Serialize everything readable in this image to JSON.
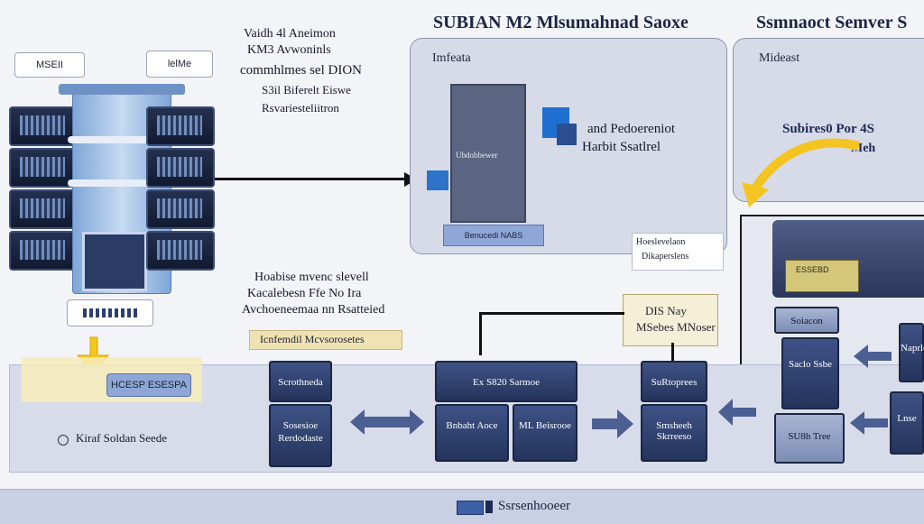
{
  "header": {
    "center_title": "SUBIAN M2 Mlsumahnad Saoxe",
    "right_title": "Ssmnaoct Semver S"
  },
  "left_caption": {
    "line1": "Vaidh 4l Aneimon",
    "line2": "KM3 Avwoninls",
    "line3": "commhlmes sel DION",
    "line4": "S3il Biferelt Eiswe",
    "line5": "Rsvariesteliitron"
  },
  "tags": {
    "server_left": "MSEII",
    "server_right": "lelMe",
    "drive_label": "",
    "mid_note": "Hoabise mvenc slevell",
    "mid_note2": "Kacalebesn Ffe No Ira",
    "mid_note3": "Avchoeneemaa nn Rsatteied",
    "strip_label": "Icnfemdil Mcvsorosetes",
    "yellow_box": "HCESP ESESPA"
  },
  "panels": {
    "middle": {
      "title": "Imfeata",
      "screen_label": "Ubdobbewer",
      "base_label": "Benucedi NABS",
      "side_text1": "and Pedoereniot",
      "side_text2": "Harbit Ssatlrel"
    },
    "right": {
      "title": "Mideast",
      "callout1": "Subires0 Por 4S",
      "callout2": "Meh",
      "device_label": "Hoeslevelaon",
      "device_label2": "Dikaperslens",
      "small_label": "ESSEBD"
    }
  },
  "note_box": {
    "line1": "DIS Nay",
    "line2": "MSebes MNoser"
  },
  "bottom": {
    "left_label": "Kiraf Soldan Seede",
    "nodes": [
      {
        "title": "Scrothneda",
        "sub": ""
      },
      {
        "title": "Sosesioe",
        "sub": "Rerdodaste"
      },
      {
        "title": "Ex S820 Sarmoe",
        "sub": ""
      },
      {
        "title": "Bnbaht Aoce",
        "sub": ""
      },
      {
        "title": "ML Beisrooe",
        "sub": ""
      },
      {
        "title": "SuRtoprees",
        "sub": ""
      },
      {
        "title": "Smsheeh",
        "sub": "Skrreeso"
      },
      {
        "title": "Soiacon",
        "sub": ""
      },
      {
        "title": "Saclo Ssbe",
        "sub": ""
      },
      {
        "title": "SU8h Tree",
        "sub": ""
      },
      {
        "title": "Naprle",
        "sub": ""
      },
      {
        "title": "Lnse",
        "sub": ""
      }
    ]
  },
  "footer": {
    "text": "Ssrsenhooeer"
  },
  "colors": {
    "accent_yellow": "#f4c520",
    "node_blue": "#34467a",
    "panel_bg": "#d7dbe8",
    "arrow_blue": "#4b5f93"
  }
}
